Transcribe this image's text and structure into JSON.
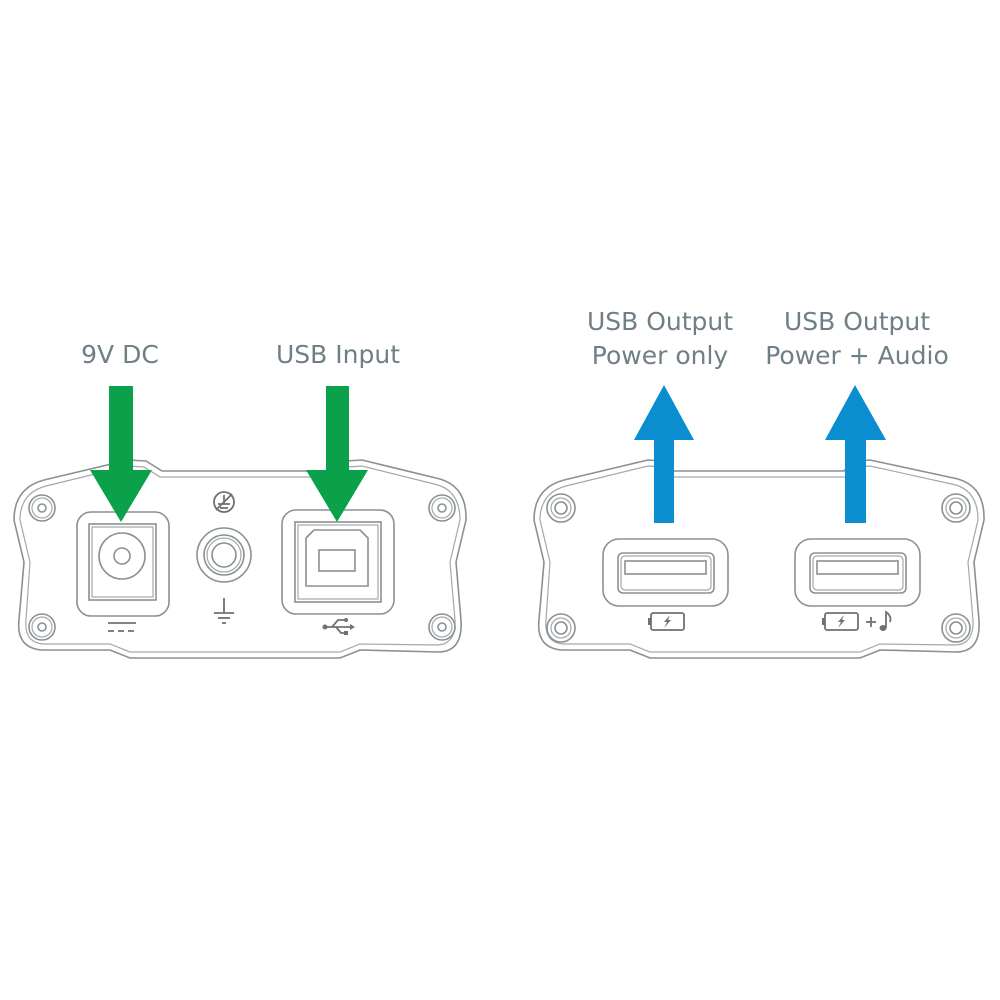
{
  "title": "Connection diagram",
  "left_panel": {
    "dc_label": "9V DC",
    "usb_input_label": "USB Input"
  },
  "right_panel": {
    "port1": {
      "line1": "USB Output",
      "line2": "Power only"
    },
    "port2": {
      "line1": "USB Output",
      "line2": "Power + Audio"
    }
  },
  "colors": {
    "input_arrow": "#0ba14b",
    "output_arrow": "#0a8ed0",
    "label": "#6e7f86"
  }
}
